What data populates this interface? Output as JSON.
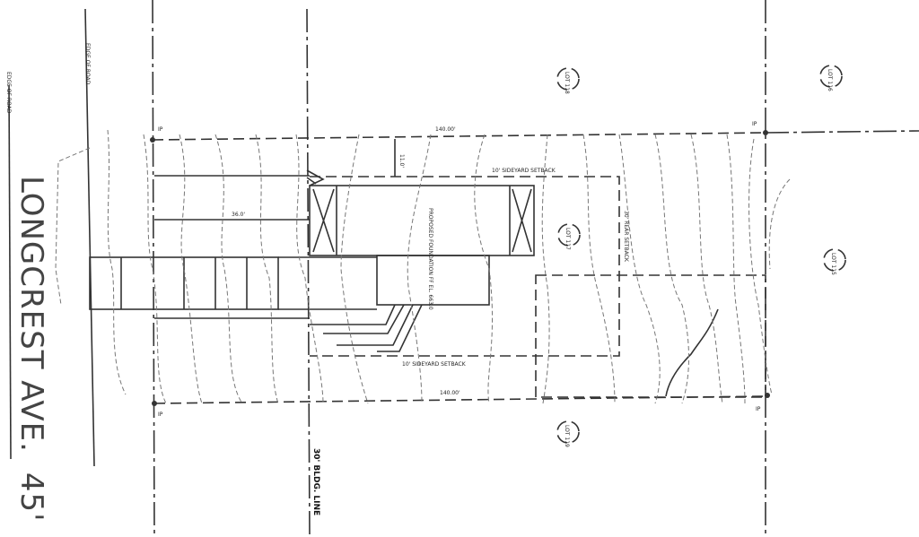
{
  "street": {
    "name": "LONGCREST AVE.",
    "width": "45'"
  },
  "labels": {
    "edge_of_road_left": "EDGE OF ROAD",
    "edge_of_road_right": "EDGE OF ROAD",
    "driveway_length": "36.0'",
    "front_offset": "11.0'",
    "lot_top_length": "140.00'",
    "lot_bottom_length": "140.00'",
    "side_setback_top": "10' SIDEYARD SETBACK",
    "side_setback_bottom": "10' SIDEYARD SETBACK",
    "rear_setback": "30' REAR SETBACK",
    "bldg_line": "30' BLDG. LINE",
    "foundation": "PROPOSED FOUNDATION FF EL. 663.0",
    "ip_top_left": "IP",
    "ip_bottom_left": "IP",
    "ip_top_right": "IP",
    "ip_bottom_right": "IP"
  },
  "lots": [
    {
      "label": "LOT 118"
    },
    {
      "label": "LOT 116"
    },
    {
      "label": "LOT 117"
    },
    {
      "label": "LOT 115"
    },
    {
      "label": "LOT 119"
    }
  ]
}
